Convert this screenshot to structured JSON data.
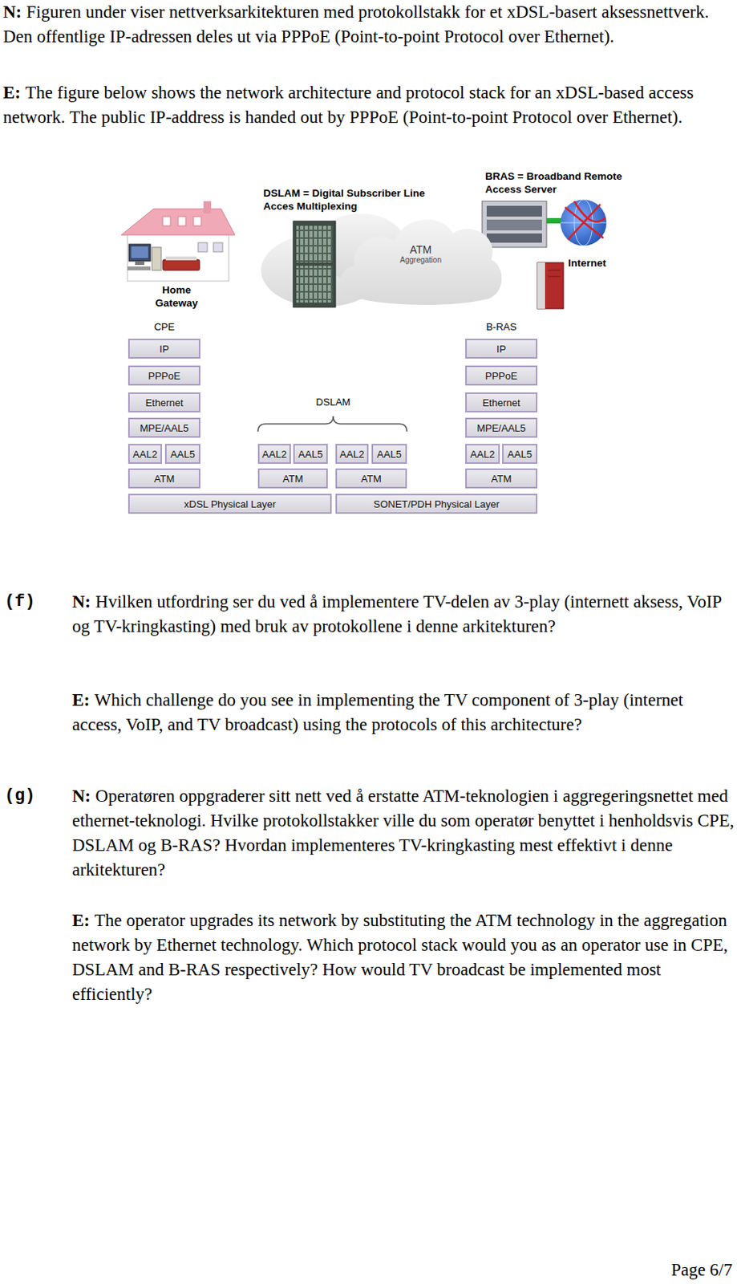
{
  "diagram": {
    "nodes": [
      {
        "text": [
          "ATM",
          "Aggregation"
        ]
      },
      {
        "text": [
          "IP"
        ]
      },
      {
        "text": [
          "PPPoE"
        ]
      },
      {
        "text": [
          "Ethernet"
        ]
      },
      {
        "text": [
          "MPE/AAL5"
        ]
      },
      {
        "text": [
          "AAL2"
        ]
      },
      {
        "text": [
          "AAL5"
        ]
      },
      {
        "text": [
          "ATM"
        ]
      },
      {
        "text": [
          "AAL2"
        ]
      },
      {
        "text": [
          "AAL5"
        ]
      },
      {
        "text": [
          "AAL2"
        ]
      },
      {
        "text": [
          "AAL5"
        ]
      },
      {
        "text": [
          "ATM"
        ]
      },
      {
        "text": [
          "ATM"
        ]
      },
      {
        "text": [
          "IP"
        ]
      },
      {
        "text": [
          "PPPoE"
        ]
      },
      {
        "text": [
          "Ethernet"
        ]
      },
      {
        "text": [
          "MPE/AAL5"
        ]
      },
      {
        "text": [
          "AAL2"
        ]
      },
      {
        "text": [
          "AAL5"
        ]
      },
      {
        "text": [
          "ATM"
        ]
      },
      {
        "text": [
          "xDSL Physical Layer"
        ]
      },
      {
        "text": [
          "SONET/PDH Physical Layer"
        ]
      }
    ],
    "labels": [
      "N:",
      "Figuren under viser nettverksarkitekturen med protokollstakk for et xDSL-basert aksessnettverk. Den offentlige IP-adressen deles ut via PPPoE (Point-to-point Protocol over Ethernet).",
      "E:",
      "The figure below shows the network architecture and protocol stack for an xDSL-based access network. The public IP-address is handed out by PPPoE (Point-to-point Protocol over Ethernet).",
      "DSLAM = Digital Subscriber Line Acces Multiplexing",
      "BRAS = Broadband Remote Access Server",
      "Home Gateway",
      "Internet",
      "CPE",
      "B-RAS",
      "DSLAM",
      "(f)",
      "N:",
      "Hvilken utfordring ser du ved å implementere TV-delen av 3-play (internett aksess, VoIP og TV-kringkasting) med bruk av protokollene i denne arkitekturen?",
      "E:",
      "Which challenge do you see in implementing the TV component of 3-play (internet access, VoIP, and TV broadcast) using the protocols of this architecture?",
      "(g)",
      "N:",
      "Operatøren oppgraderer sitt nett ved å erstatte ATM-teknologien i aggregeringsnettet med ethernet-teknologi. Hvilke protokollstakker ville du som operatør benyttet i henholdsvis CPE, DSLAM og B-RAS? Hvordan implementeres TV-kringkasting mest effektivt i denne arkitekturen?",
      "E:",
      "The operator upgrades its network by substituting the ATM technology in the aggregation network by Ethernet technology. Which protocol stack would you as an operator use in CPE, DSLAM and B-RAS respectively? How would TV broadcast be implemented most efficiently?",
      "Page 6/7"
    ]
  }
}
